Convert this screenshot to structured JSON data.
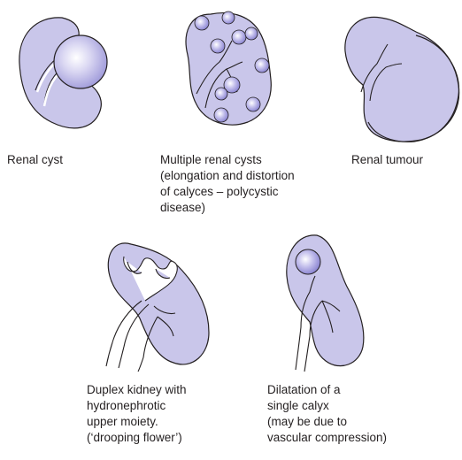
{
  "figures": [
    {
      "id": "renal-cyst",
      "caption_lines": [
        "Renal cyst"
      ]
    },
    {
      "id": "multiple-renal-cysts",
      "caption_lines": [
        "Multiple renal cysts",
        "(elongation and distortion",
        "of calyces – polycystic",
        "disease)"
      ]
    },
    {
      "id": "renal-tumour",
      "caption_lines": [
        "Renal tumour"
      ]
    },
    {
      "id": "duplex-kidney",
      "caption_lines": [
        "Duplex kidney with",
        "hydronephrotic",
        "upper moiety.",
        "(‘drooping flower’)"
      ]
    },
    {
      "id": "dilated-calyx",
      "caption_lines": [
        "Dilatation of a",
        "single calyx",
        "(may be due to",
        "vascular compression)"
      ]
    }
  ],
  "colors": {
    "kidney_fill": "#c9c6ea",
    "outline": "#231f20",
    "cyst_fill": "#a9a4dd",
    "cyst_highlight": "#ffffff"
  }
}
